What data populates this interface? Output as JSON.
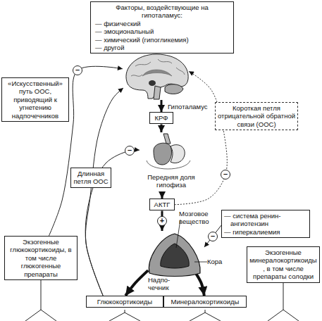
{
  "diagram": {
    "nodes": [
      {
        "text": [
          "Факторы, воздействующие на гипоталамус:",
          "— физический",
          "— эмоциональный",
          "— химический (гипогликемия)",
          "— другой"
        ]
      },
      {
        "text": [
          "Гипоталамус"
        ]
      },
      {
        "text": [
          "«Искусственный» путь ООС, приводящий к угнетению надпочечников"
        ]
      },
      {
        "text": [
          "Короткая петля отрицательной обратной связи (ООС)"
        ]
      },
      {
        "text": [
          "КРФ"
        ]
      },
      {
        "text": [
          "Передняя доля гипофиза"
        ]
      },
      {
        "text": [
          "Длинная петля ООС"
        ]
      },
      {
        "text": [
          "АКТГ"
        ]
      },
      {
        "text": [
          "— система ренин-ангиотензин",
          "— гиперкалиемия"
        ]
      },
      {
        "text": [
          "Мозговое вещество",
          "Кора",
          "Надпо- чечник"
        ]
      },
      {
        "text": [
          "Экзогенные глюкокортикоиды, в том числе глюкогенные препараты"
        ]
      },
      {
        "text": [
          "Экзогенные минералокортикоиды, в том числе препараты солодки"
        ]
      },
      {
        "text": [
          "Глюкокортикоиды"
        ]
      },
      {
        "text": [
          "Минералокортикоиды"
        ]
      }
    ],
    "edges": [
      {
        "from": 1,
        "to": 4,
        "arrow": "to"
      },
      {
        "from": 4,
        "to": 5,
        "arrow": "to"
      },
      {
        "from": 5,
        "to": 7,
        "arrow": "to"
      },
      {
        "from": 7,
        "to": 9,
        "label": "+",
        "arrow": "to"
      },
      {
        "from": 9,
        "to": 12,
        "arrow": "to"
      },
      {
        "from": 9,
        "to": 13,
        "arrow": "to"
      },
      {
        "from": 8,
        "to": 9,
        "label": "–",
        "arrow": "to"
      },
      {
        "from": 7,
        "to": 1,
        "label": "–",
        "arrow": "to"
      },
      {
        "from": 10,
        "to": 1,
        "label": "–",
        "arrow": "to"
      },
      {
        "from": 12,
        "to": 5,
        "label": "–",
        "arrow": "to"
      },
      {
        "from": 12,
        "to": 1,
        "arrow": "to"
      }
    ]
  }
}
